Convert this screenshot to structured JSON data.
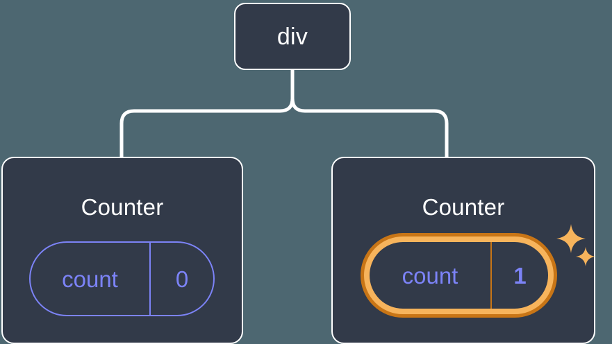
{
  "diagram": {
    "type": "component-tree",
    "background_color": "#4d6771",
    "node_fill_color": "#323a49",
    "node_border_color": "#ffffff",
    "connector_color": "#ffffff",
    "state_color": "#7c83f7",
    "highlight_outer_color": "#c87516",
    "highlight_inner_color": "#f7b45c",
    "sparkle_color": "#f7b45c"
  },
  "root": {
    "label": "div"
  },
  "children": [
    {
      "title": "Counter",
      "state": {
        "key": "count",
        "value": "0"
      },
      "highlighted": false,
      "sparkles": false
    },
    {
      "title": "Counter",
      "state": {
        "key": "count",
        "value": "1"
      },
      "highlighted": true,
      "sparkles": true
    }
  ],
  "icons": {
    "sparkle_big": "sparkle-icon",
    "sparkle_small": "sparkle-icon"
  }
}
